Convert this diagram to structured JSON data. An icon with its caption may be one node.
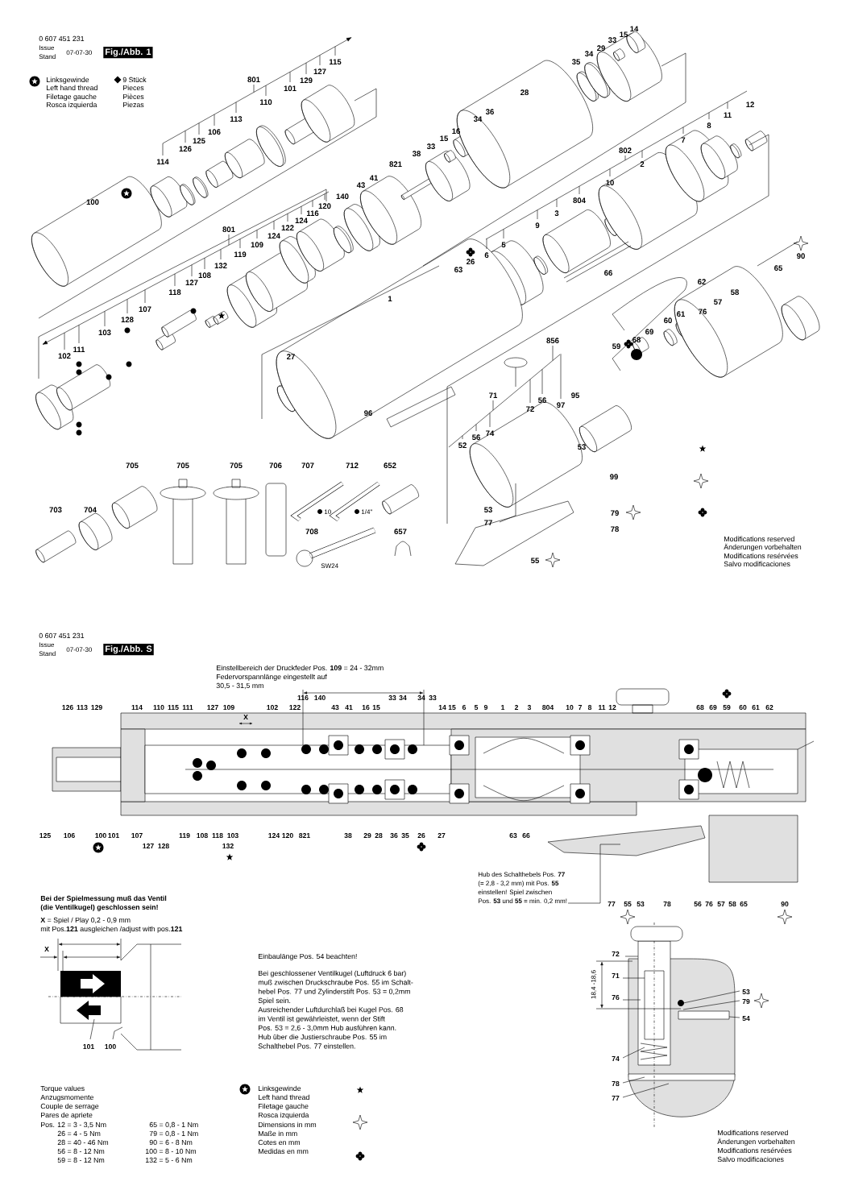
{
  "diagram": {
    "labels": [
      "0 607 451 231",
      "Issue",
      "Stand",
      "07-07-30",
      "Fig./Abb. 1",
      "Linksgewinde",
      "Left hand thread",
      "Filetage gauche",
      "Rosca izquierda",
      "9 Stück",
      "Pieces",
      "Pièces",
      "Piezas",
      "115",
      "127",
      "801",
      "129",
      "101",
      "110",
      "113",
      "106",
      "125",
      "126",
      "114",
      "100",
      "14",
      "15",
      "33",
      "29",
      "34",
      "35",
      "28",
      "36",
      "34",
      "16",
      "15",
      "33",
      "38",
      "821",
      "41",
      "43",
      "140",
      "120",
      "116",
      "124",
      "122",
      "124",
      "801",
      "109",
      "119",
      "132",
      "108",
      "127",
      "118",
      "107",
      "128",
      "103",
      "111",
      "102",
      "12",
      "11",
      "8",
      "7",
      "802",
      "2",
      "10",
      "804",
      "3",
      "9",
      "5",
      "6",
      "26",
      "63",
      "66",
      "90",
      "65",
      "62",
      "58",
      "57",
      "76",
      "1",
      "61",
      "60",
      "69",
      "68",
      "59",
      "27",
      "856",
      "71",
      "56",
      "72",
      "97",
      "95",
      "96",
      "74",
      "52",
      "56",
      "53",
      "99",
      "53",
      "79",
      "77",
      "78",
      "55",
      "705",
      "705",
      "705",
      "706",
      "707",
      "712",
      "652",
      "703",
      "704",
      "10",
      "1/4\"",
      "708",
      "657",
      "SW24",
      "Modifications reserved",
      "Änderungen vorbehalten",
      "Modifications resérvées",
      "Salvo modificaciones",
      "0 607 451 231",
      "Issue",
      "Stand",
      "07-07-30",
      "Fig./Abb. S",
      "Einstellbereich der Druckfeder Pos. **109** = 24 - 32mm",
      "Federvorspannlänge eingestellt auf",
      "30,5 - 31,5 mm",
      "126",
      "113",
      "129",
      "114",
      "110",
      "115",
      "111",
      "127",
      "109",
      "X",
      "102",
      "122",
      "116",
      "140",
      "43",
      "41",
      "16",
      "15",
      "33",
      "34",
      "34",
      "33",
      "14",
      "15",
      "6",
      "5",
      "9",
      "1",
      "2",
      "3",
      "804",
      "10",
      "7",
      "8",
      "11",
      "12",
      "68",
      "69",
      "59",
      "60",
      "61",
      "62",
      "125",
      "106",
      "100",
      "101",
      "107",
      "119",
      "108",
      "118",
      "103",
      "124",
      "120",
      "821",
      "38",
      "29",
      "28",
      "36",
      "35",
      "26",
      "27",
      "63",
      "66",
      "127",
      "128",
      "132",
      "Hub des Schalthebels Pos. **77**",
      "(= 2,8 - 3,2 mm) mit Pos. **55**",
      "einstellen! Spiel zwischen",
      "Pos. **53** und **55** = min. 0,2 mm!",
      "77",
      "55",
      "53",
      "78",
      "56",
      "76",
      "57",
      "58",
      "65",
      "90",
      "Bei der Spielmessung muß das Ventil",
      "(die Ventilkugel) geschlossen sein!",
      "**X** = Spiel / Play 0,2 - 0,9 mm",
      "mit Pos.**121** ausgleichen /adjust with pos.**121**",
      "X",
      "101",
      "100",
      "Einbaulänge Pos. 54 beachten!",
      "Bei geschlossener Ventilkugel (Luftdruck 6 bar)",
      "muß zwischen Druckschraube Pos. 55 im Schalt-",
      "hebel Pos. 77 und Zylinderstift Pos. 53 = 0,2mm",
      "Spiel sein.",
      "Ausreichender Luftdurchlaß bei Kugel Pos. 68",
      "im Ventil ist gewährleistet, wenn der Stift",
      "Pos. 53 = 2,6 - 3,0mm Hub ausführen kann.",
      "Hub über die Justierschraube Pos. 55 im",
      "Schalthebel Pos. 77 einstellen.",
      "72",
      "71",
      "18,4 -18,6",
      "76",
      "53",
      "79",
      "54",
      "74",
      "78",
      "77",
      "Torque values",
      "Anzugsmomente",
      "Couple de serrage",
      "Pares de apriete",
      "Pos. 12 = 3 - 3,5 Nm",
      "65 = 0,8 - 1 Nm",
      "26 = 4 - 5 Nm",
      "79 = 0,8 - 1 Nm",
      "28 = 40 - 46 Nm",
      "90 = 6 - 8 Nm",
      "56 = 8 - 12 Nm",
      "100 = 8 - 10 Nm",
      "59 = 8 - 12 Nm",
      "132 = 5 - 6 Nm",
      "Linksgewinde",
      "Left hand thread",
      "Filetage gauche",
      "Rosca izquierda",
      "Dimensions in mm",
      "Maße in mm",
      "Cotes en mm",
      "Medidas en mm",
      "Modifications reserved",
      "Änderungen vorbehalten",
      "Modifications resérvées",
      "Salvo modificaciones"
    ]
  }
}
